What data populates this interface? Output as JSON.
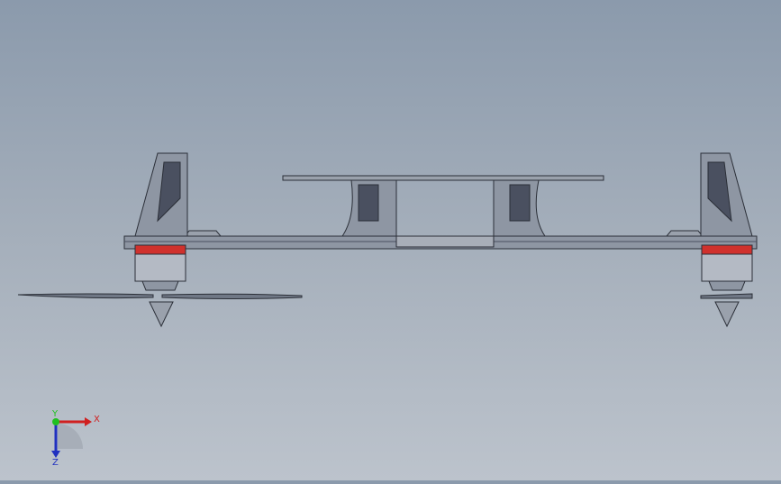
{
  "viewport": {
    "background_top": "#8b9aac",
    "background_bottom": "#bcc3cc",
    "model_colors": {
      "frame": "#8e96a3",
      "frame_dark": "#4a5060",
      "outline": "#2b2f38",
      "motor_ring": "#d0312d",
      "motor_body": "#b4bac4",
      "prop": "#707886"
    }
  },
  "triad": {
    "x_label": "X",
    "y_label": "Y",
    "z_label": "Z",
    "x_color": "#d02020",
    "y_color": "#20c020",
    "z_color": "#2030c0"
  }
}
